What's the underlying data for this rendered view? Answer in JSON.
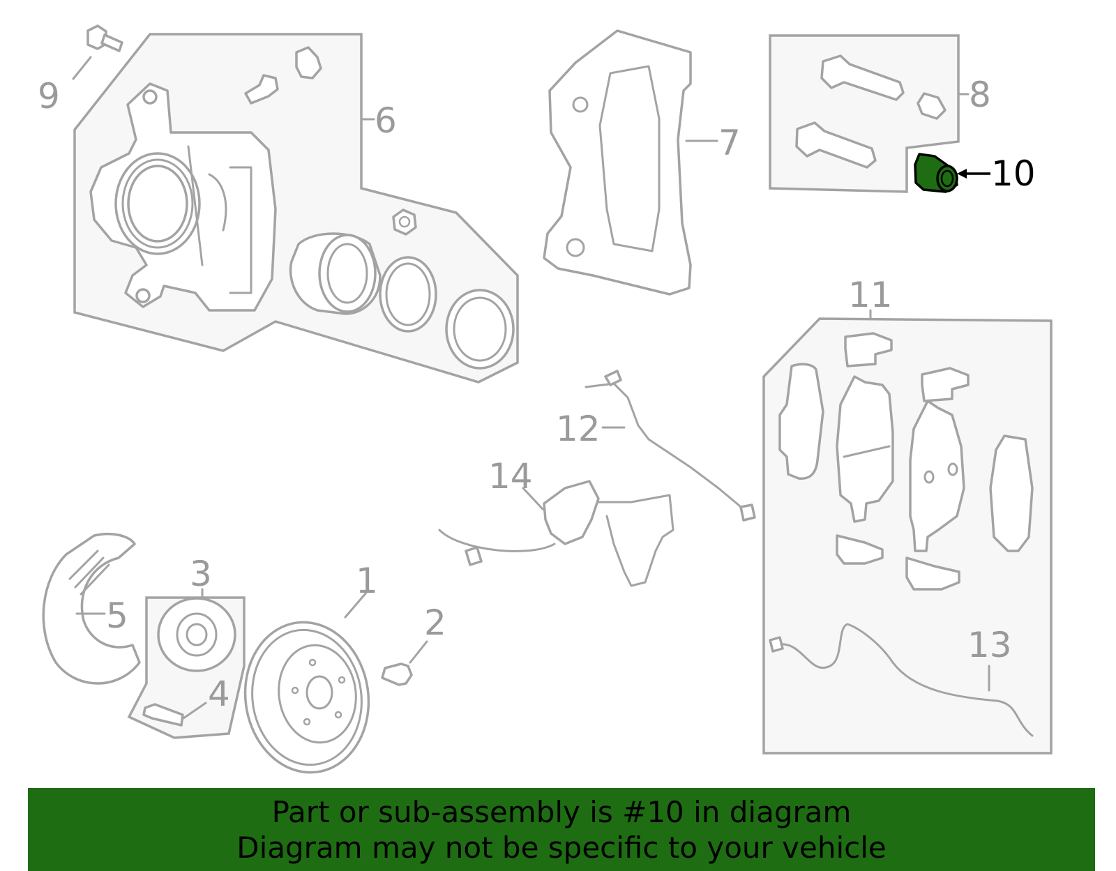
{
  "colors": {
    "line_gray": "#a3a3a3",
    "panel_fill": "#f7f7f7",
    "highlight_green": "#1e6d13",
    "banner_green": "#1e6d13",
    "banner_text": "#000000"
  },
  "callouts": {
    "c1": "1",
    "c2": "2",
    "c3": "3",
    "c4": "4",
    "c5": "5",
    "c6": "6",
    "c7": "7",
    "c8": "8",
    "c9": "9",
    "c10": "10",
    "c11": "11",
    "c12": "12",
    "c13": "13",
    "c14": "14"
  },
  "highlighted_part": "10",
  "footer": {
    "line1": "Part or sub-assembly is #10 in diagram",
    "line2": "Diagram may not be specific to your vehicle"
  }
}
